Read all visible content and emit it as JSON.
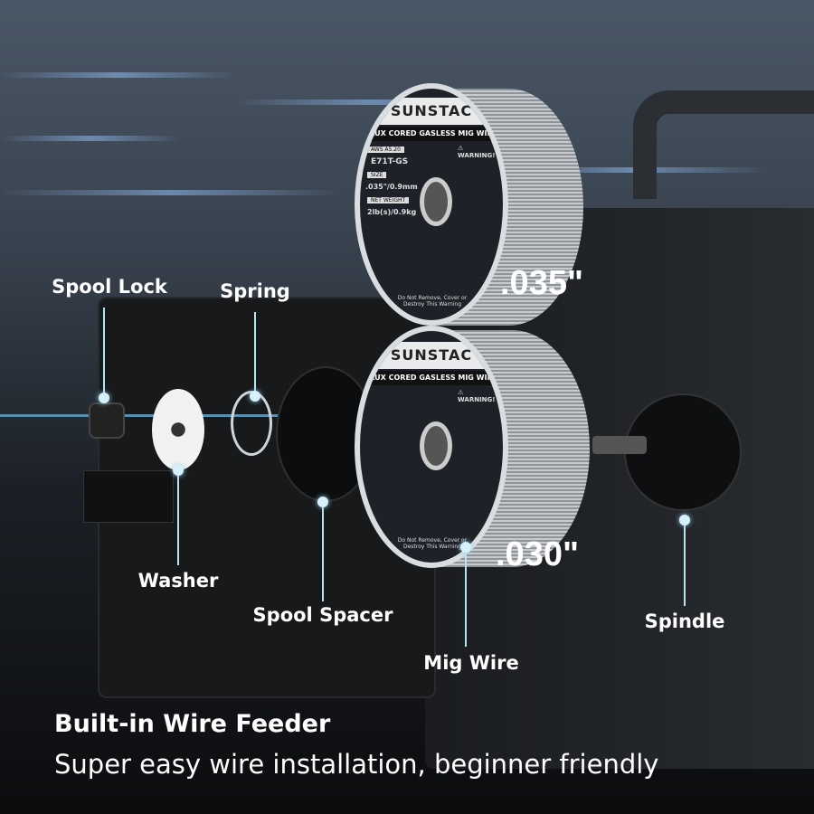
{
  "spools": [
    {
      "brand": "SUNSTAC",
      "title": "FLUX CORED GASLESS MIG WIRE",
      "aws_label": "AWS A5.20",
      "aws": "E71T-GS",
      "size_label": "SIZE",
      "size": ".035\"/0.9mm",
      "weight_label": "NET WEIGHT",
      "weight": "2lb(s)/0.9kg",
      "warning": "⚠ WARNING!",
      "footer": "Do Not Remove, Cover or Destroy This Warning",
      "diameter": ".035\""
    },
    {
      "brand": "SUNSTAC",
      "title": "FLUX CORED GASLESS MIG WIRE",
      "warning": "⚠ WARNING!",
      "footer": "Do Not Remove, Cover or Destroy This Warning",
      "diameter": ".030\""
    }
  ],
  "callouts": {
    "spool_lock": "Spool Lock",
    "spring": "Spring",
    "washer": "Washer",
    "spool_spacer": "Spool Spacer",
    "mig_wire": "Mig Wire",
    "spindle": "Spindle"
  },
  "headline": "Built-in Wire Feeder",
  "subheadline": "Super easy wire installation, beginner friendly",
  "colors": {
    "callout_line": "#b9e3f3",
    "text": "#ffffff"
  }
}
